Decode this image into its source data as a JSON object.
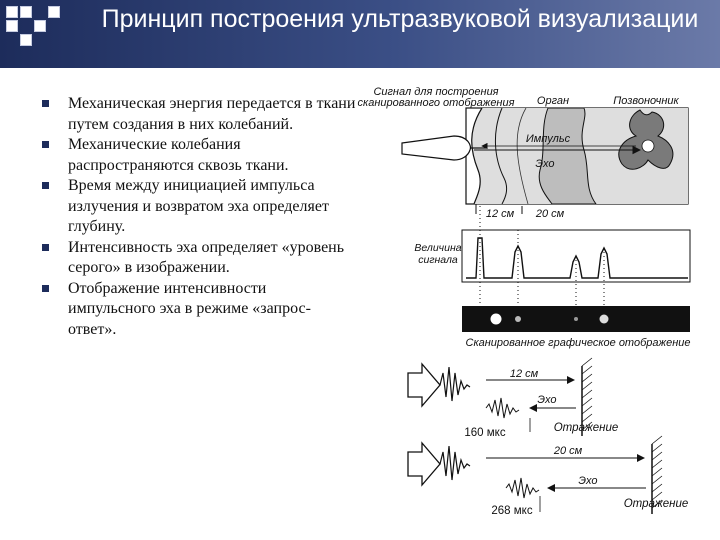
{
  "slide": {
    "title": "Принцип построения ультразвуковой визуализации",
    "bullets": [
      "Механическая энергия передается в ткани путем создания в них колебаний.",
      "Механические колебания распространяются сквозь ткани.",
      "Время между инициацией импульса излучения и возвратом эха определяет глубину.",
      "Интенсивность эха определяет «уровень серого» в изображении.",
      "Отображение интенсивности импульсного эха в режиме «запрос-ответ»."
    ]
  },
  "diagram": {
    "signal_label_1": "Сигнал для построения",
    "signal_label_2": "сканированного отображения",
    "organ_label": "Орган",
    "spine_label": "Позвоночник",
    "impulse_label": "Импульс",
    "echo_label": "Эхо",
    "depth_12": "12 см",
    "depth_20": "20 см",
    "amplitude_label_1": "Величина",
    "amplitude_label_2": "сигнала",
    "scan_caption": "Сканированное графическое отображение",
    "wave1_distance": "12 см",
    "wave1_echo": "Эхо",
    "wave1_time": "160 мкс",
    "wave1_reflection": "Отражение",
    "wave2_distance": "20 см",
    "wave2_echo": "Эхо",
    "wave2_time": "268 мкс",
    "wave2_reflection": "Отражение"
  },
  "colors": {
    "header_dark": "#1d2c5b",
    "header_light": "#6b7aa8",
    "tissue": "#d9d9d9",
    "organ": "#c4c4c4",
    "ink": "#111111"
  }
}
